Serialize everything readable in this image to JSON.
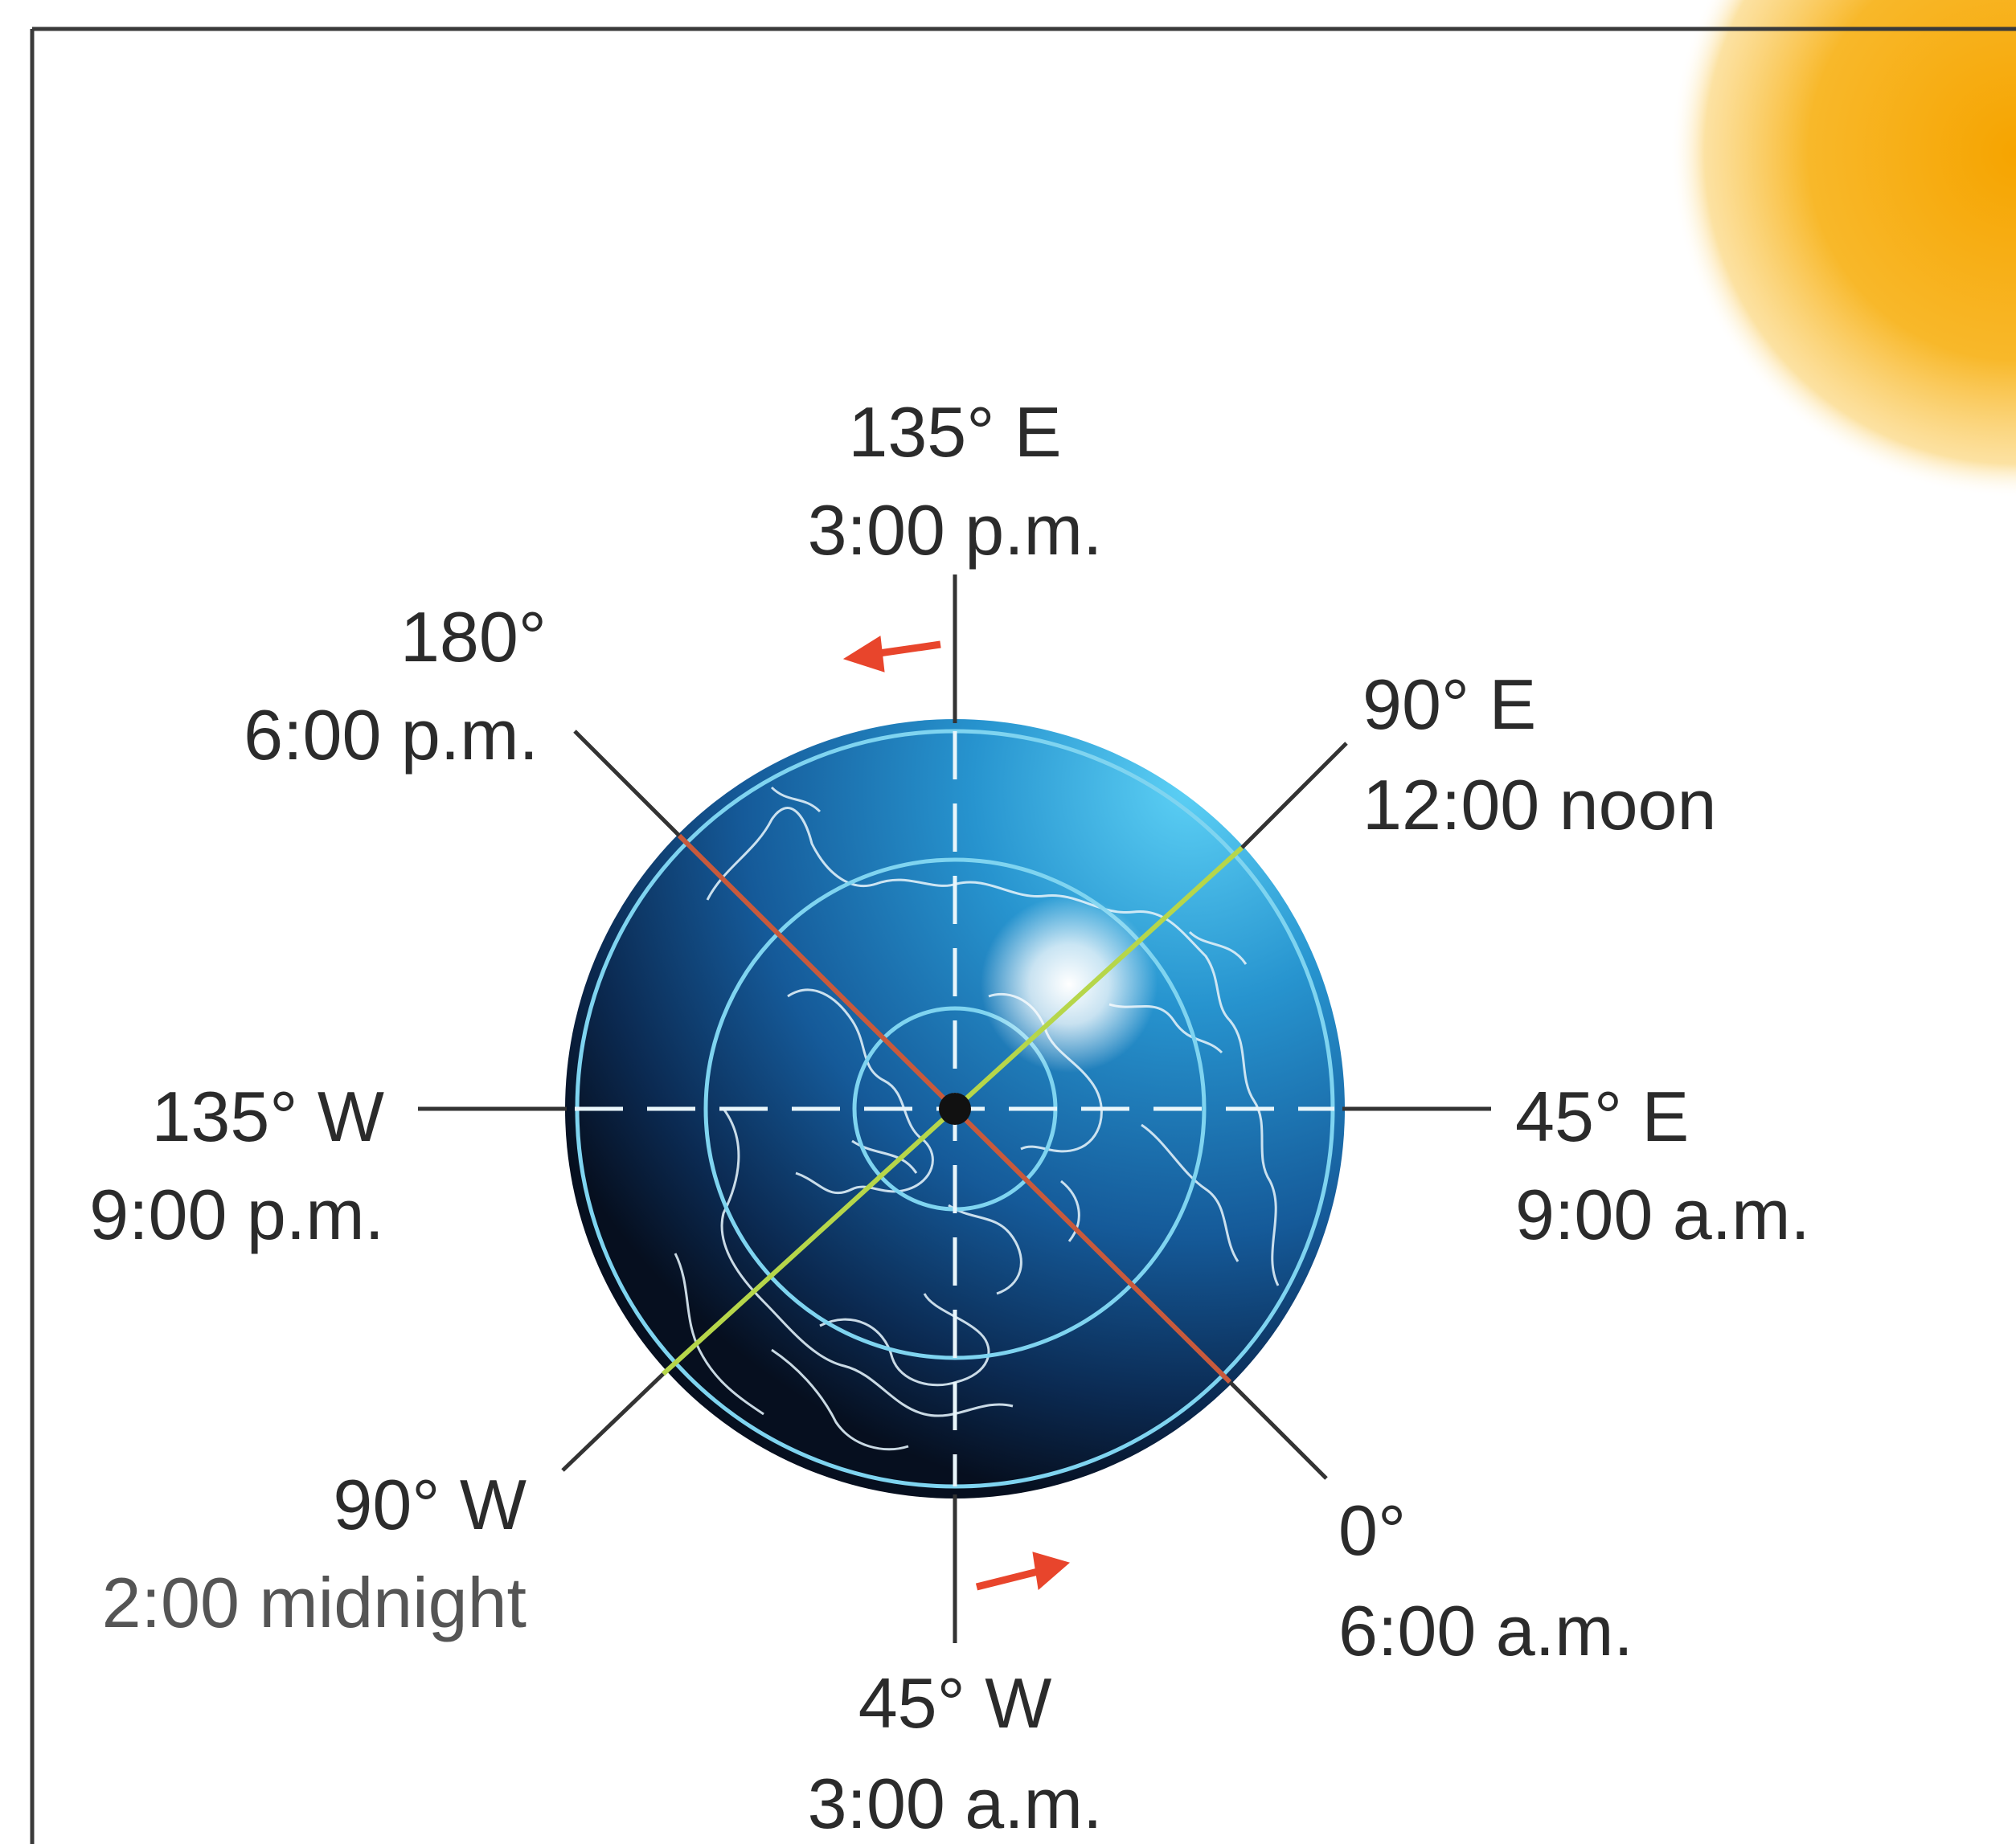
{
  "labels": {
    "lon_135e": "135° E",
    "time_135e": "3:00 p.m.",
    "lon_180": "180°",
    "time_180": "6:00 p.m.",
    "lon_90e": "90° E",
    "time_90e": "12:00 noon",
    "lon_135w": "135° W",
    "time_135w": "9:00 p.m.",
    "lon_45e": "45° E",
    "time_45e": "9:00 a.m.",
    "lon_90w": "90° W",
    "time_90w": "2:00 midnight",
    "lon_0": "0°",
    "time_0": "6:00 a.m.",
    "lon_45w": "45° W",
    "time_45w": "3:00 a.m."
  },
  "colors": {
    "frame": "#3a3a3a",
    "globe_light": "#3fb6e6",
    "globe_mid": "#1b74b4",
    "globe_dark": "#081a33",
    "grid_lines": "#7fd4f0",
    "meridian_0_180": "#c85a3c",
    "meridian_90": "#b6d64a",
    "arrow": "#e8452c",
    "sun": "#f7b21f"
  },
  "icons": {
    "sun": "sun-icon",
    "rotation_arrows": "arrow-icon",
    "north_pole": "pole-dot"
  }
}
